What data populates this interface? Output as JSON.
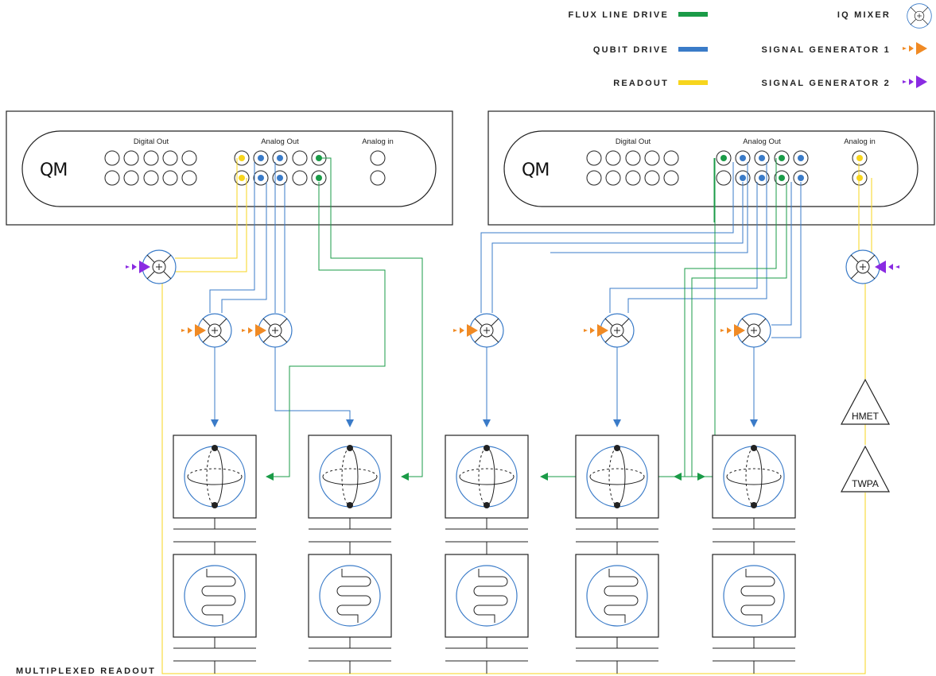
{
  "legend": {
    "flux_line_drive": "FLUX LINE DRIVE",
    "qubit_drive": "QUBIT DRIVE",
    "readout": "READOUT",
    "iq_mixer": "IQ MIXER",
    "signal_generator_1": "SIGNAL GENERATOR 1",
    "signal_generator_2": "SIGNAL GENERATOR 2"
  },
  "colors": {
    "flux": "#1a9b47",
    "qubit": "#3a7bc8",
    "readout": "#f7d51d",
    "sg1": "#f08a24",
    "sg2": "#8a2be2",
    "stroke": "#222222"
  },
  "controllers": [
    {
      "logo": "QM",
      "digital_out": "Digital Out",
      "analog_out": "Analog Out",
      "analog_in": "Analog in"
    },
    {
      "logo": "QM",
      "digital_out": "Digital Out",
      "analog_out": "Analog Out",
      "analog_in": "Analog in"
    }
  ],
  "amplifiers": {
    "hmet": "HMET",
    "twpa": "TWPA"
  },
  "footer": {
    "multiplexed_readout": "MULTIPLEXED READOUT"
  },
  "qubit_count": 5
}
